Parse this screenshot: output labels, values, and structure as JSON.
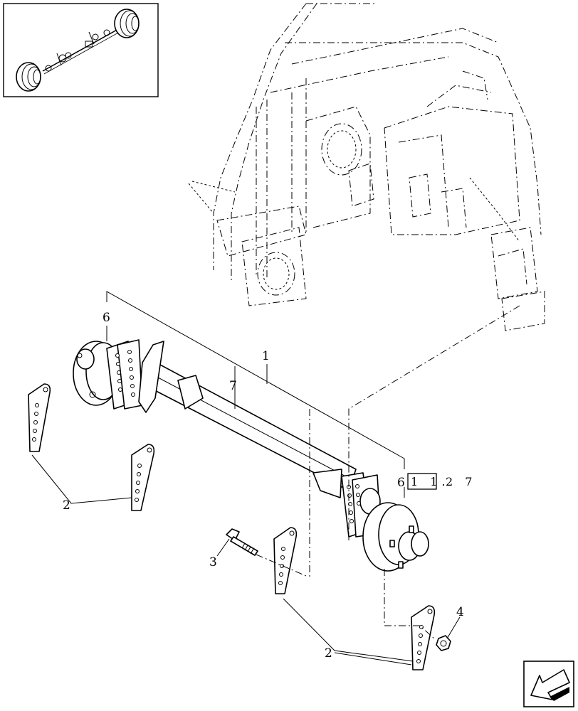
{
  "callouts": {
    "c1": "1",
    "c2a": "2",
    "c2b": "2",
    "c3": "3",
    "c4": "4",
    "c6a": "6",
    "c6b": "6",
    "c7": "7"
  },
  "reference": {
    "prefix": "6",
    "boxed": "1 1.",
    "suffix": "2 7"
  },
  "icons": {
    "thumbnail": "axle-assembly-thumbnail",
    "nav": "next-page-arrow-icon"
  }
}
